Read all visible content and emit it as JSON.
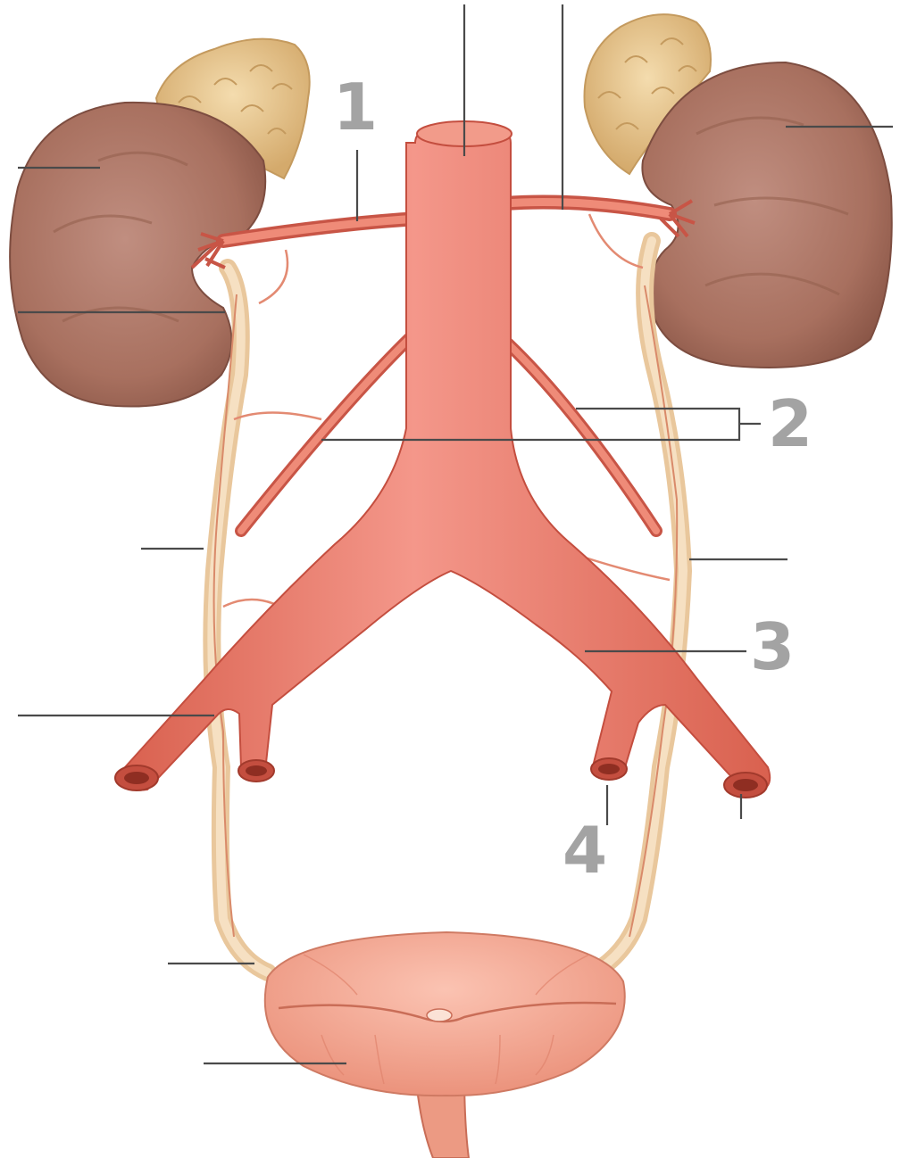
{
  "labels": {
    "one": "1",
    "two": "2",
    "three": "3",
    "four": "4"
  },
  "colors": {
    "kidney": "#b07a6c",
    "kidney_dark": "#8f5a4e",
    "adrenal": "#e3c08a",
    "artery": "#e87a66",
    "artery_dark": "#c85546",
    "ureter": "#f0d2ae",
    "bladder": "#f2a590",
    "label_gray": "#a3a3a3",
    "leader_line": "#4a4a4a"
  },
  "structures": [
    "left-kidney",
    "right-kidney",
    "left-adrenal-gland",
    "right-adrenal-gland",
    "abdominal-aorta",
    "renal-arteries",
    "gonadal-arteries",
    "common-iliac-arteries",
    "external-iliac-arteries",
    "internal-iliac-arteries",
    "left-ureter",
    "right-ureter",
    "urinary-bladder",
    "urethra"
  ]
}
